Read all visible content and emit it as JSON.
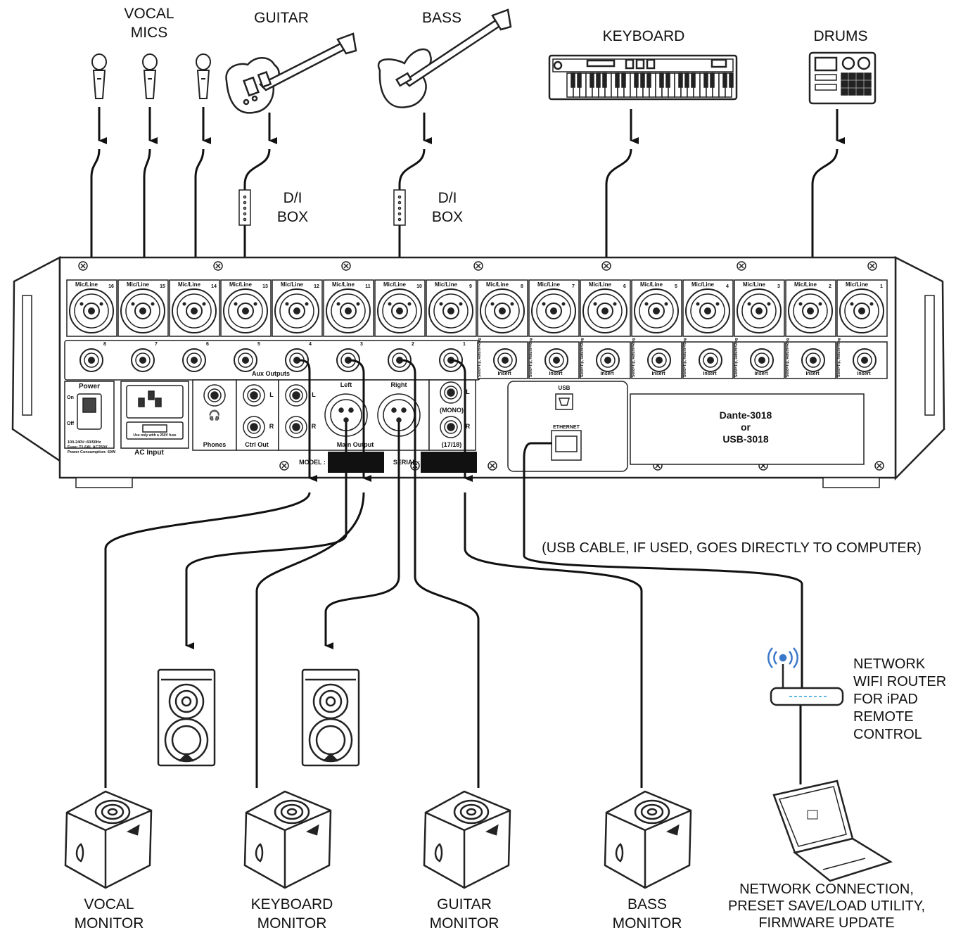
{
  "sources": {
    "vocal_mics": "VOCAL\nMICS",
    "guitar": "GUITAR",
    "bass": "BASS",
    "keyboard": "KEYBOARD",
    "drums": "DRUMS",
    "di_box_1": "D/I\nBOX",
    "di_box_2": "D/I\nBOX"
  },
  "mixer": {
    "input_label": "Mic/Line",
    "channels": [
      "16",
      "15",
      "14",
      "13",
      "12",
      "11",
      "10",
      "9",
      "8",
      "7",
      "6",
      "5",
      "4",
      "3",
      "2",
      "1"
    ],
    "aux_numbers": [
      "8",
      "7",
      "6",
      "5",
      "4",
      "3",
      "2",
      "1"
    ],
    "aux_outputs": "Aux Outputs",
    "insert_label": "Insert",
    "insert_note": "Send=Tip, Return=Ring",
    "power": "Power",
    "on": "On",
    "off": "Off",
    "fuse_note": "Use only with a 250V fuse",
    "ac_input": "AC Input",
    "specs_1": "100-240V~60/50Hz",
    "specs_2": "Fuse: T1.6AL AC250V",
    "specs_3": "Power Consumption: 60W",
    "phones": "Phones",
    "ctrl_out": "Ctrl Out",
    "left": "Left",
    "right": "Right",
    "l": "L",
    "r": "R",
    "main_output": "Main Output",
    "mono": "(MONO)",
    "ch_1718": "(17/18)",
    "model": "MODEL :",
    "serial": "SERIAL :",
    "usb": "USB",
    "ethernet": "ETHERNET",
    "card_line1": "Dante-3018",
    "card_line2": "or",
    "card_line3": "USB-3018"
  },
  "notes": {
    "usb_cable": "(USB CABLE, IF USED, GOES DIRECTLY TO COMPUTER)",
    "router": "NETWORK\nWIFI ROUTER\nFOR iPAD\nREMOTE\nCONTROL",
    "computer": "NETWORK CONNECTION,\nPRESET SAVE/LOAD UTILITY,\nFIRMWARE UPDATE"
  },
  "monitors": {
    "vocal": "VOCAL\nMONITOR",
    "keyboard": "KEYBOARD\nMONITOR",
    "guitar": "GUITAR\nMONITOR",
    "bass": "BASS\nMONITOR"
  }
}
